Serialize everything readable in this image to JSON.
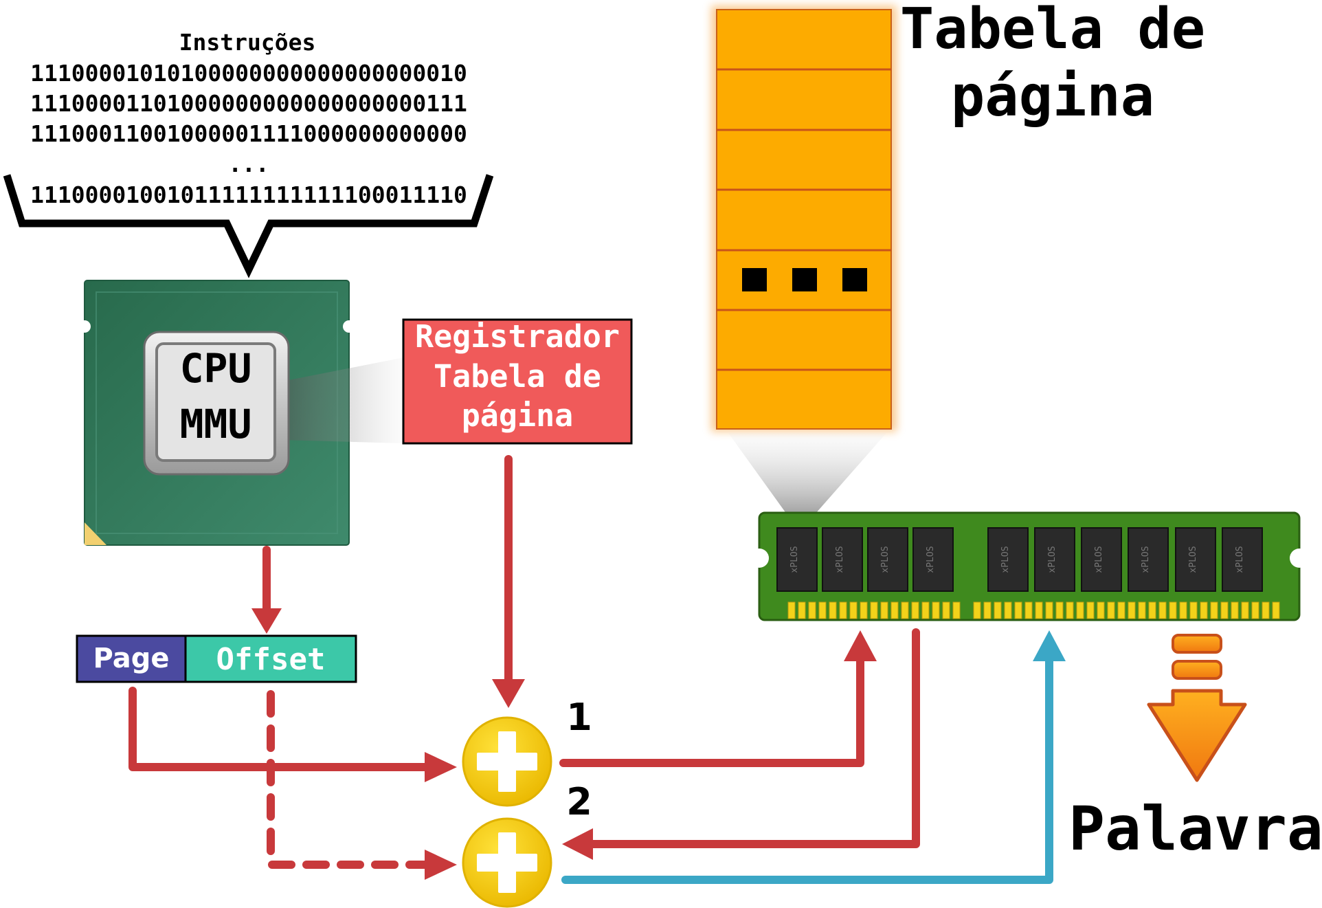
{
  "instructions": {
    "title": "Instruções",
    "lines": [
      "11100001010100000000000000000010",
      "11100001101000000000000000000111",
      "11100011001000001111000000000000",
      "...",
      "11100001001011111111111100011110"
    ]
  },
  "cpu": {
    "line1": "CPU",
    "line2": "MMU"
  },
  "register": {
    "line1": "Registrador",
    "line2": "Tabela de",
    "line3": "página"
  },
  "page_table": {
    "title_line1": "Tabela de",
    "title_line2": "página",
    "ellipsis": "■ ■ ■"
  },
  "address": {
    "page_label": "Page",
    "offset_label": "Offset"
  },
  "steps": {
    "step1": "1",
    "step2": "2"
  },
  "result": {
    "label": "Palavra"
  },
  "ram_chip_text": "xPLOS",
  "colors": {
    "red_arrow": "#c8393b",
    "blue_arrow": "#3ba7c6",
    "page_box": "#4b4aa0",
    "offset_box": "#3cc8a8",
    "register_box": "#f05a5a",
    "page_table": "#fdab00",
    "adder": "#f7cc0a",
    "ram_board": "#3f8a1e",
    "cpu_board": "#2f6e52",
    "down_arrow": "#f39a1a"
  }
}
